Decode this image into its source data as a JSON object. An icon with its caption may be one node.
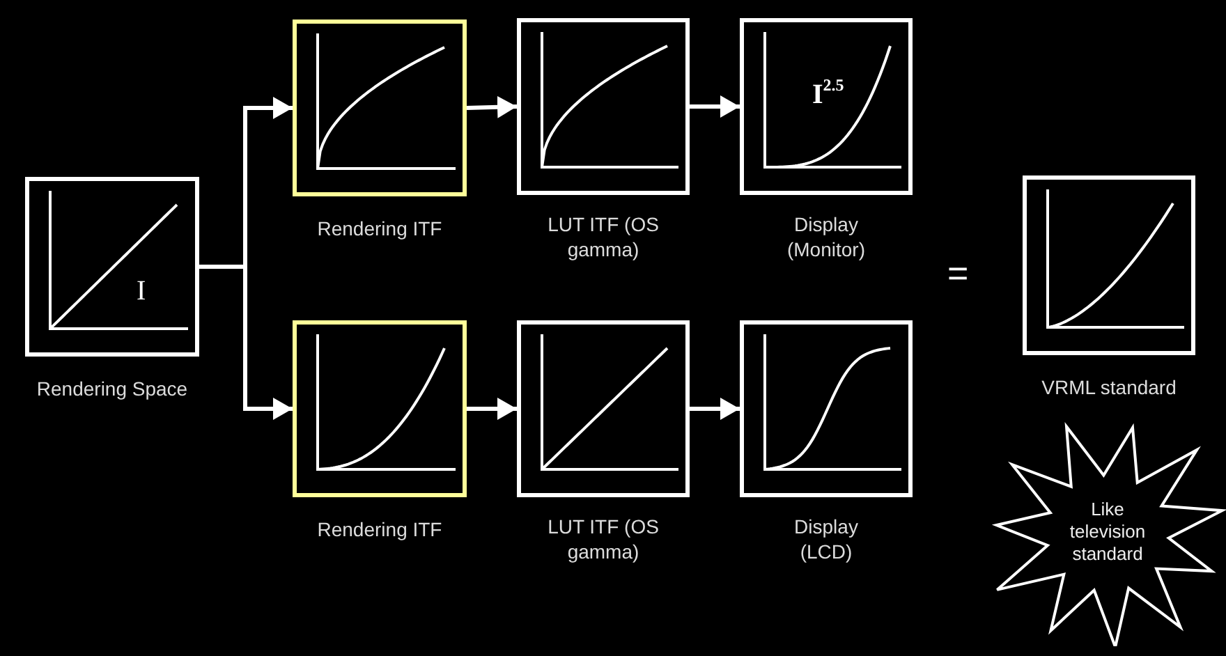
{
  "diagram": {
    "nodes": [
      {
        "text": [
          "I",
          "Rendering Space"
        ]
      },
      {
        "text": [
          "Rendering ITF"
        ]
      },
      {
        "text": [
          "LUT ITF (OS gamma)"
        ]
      },
      {
        "text": [
          "I$^{2.5}$",
          "Display (Monitor)"
        ]
      },
      {
        "text": [
          "Rendering ITF"
        ]
      },
      {
        "text": [
          "LUT ITF (OS gamma)"
        ]
      },
      {
        "text": [
          "Display (LCD)"
        ]
      },
      {
        "text": [
          "VRML standard"
        ]
      },
      {
        "text": [
          "Like television standard"
        ]
      }
    ],
    "edges": [
      {
        "from": 0,
        "to": 1,
        "arrow": "to"
      },
      {
        "from": 0,
        "to": 4,
        "arrow": "to"
      },
      {
        "from": 1,
        "to": 2,
        "arrow": "to"
      },
      {
        "from": 2,
        "to": 3,
        "arrow": "to"
      },
      {
        "from": 4,
        "to": 5,
        "arrow": "to"
      },
      {
        "from": 5,
        "to": 6,
        "arrow": "to"
      }
    ],
    "labels": [
      "="
    ]
  }
}
